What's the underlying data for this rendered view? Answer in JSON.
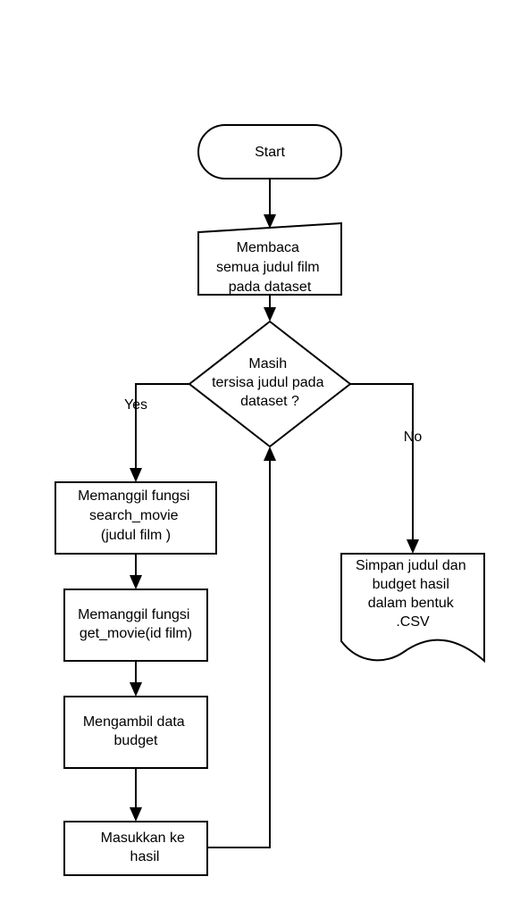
{
  "nodes": {
    "start": {
      "lines": [
        "Start"
      ]
    },
    "read_titles": {
      "lines": [
        "Membaca",
        "semua judul film",
        "pada dataset"
      ]
    },
    "decision": {
      "lines": [
        "Masih",
        "tersisa judul pada",
        "dataset ?"
      ]
    },
    "search_movie": {
      "lines": [
        "Memanggil fungsi",
        "search_movie",
        "(judul film )"
      ]
    },
    "get_movie": {
      "lines": [
        "Memanggil fungsi",
        "get_movie(id film)"
      ]
    },
    "get_budget": {
      "lines": [
        "Mengambil data",
        "budget"
      ]
    },
    "add_result": {
      "lines": [
        "Masukkan ke",
        "hasil"
      ]
    },
    "save_csv": {
      "lines": [
        "Simpan judul dan",
        "budget hasil",
        "dalam bentuk",
        ".CSV"
      ]
    }
  },
  "edges": {
    "yes_label": "Yes",
    "no_label": "No"
  }
}
